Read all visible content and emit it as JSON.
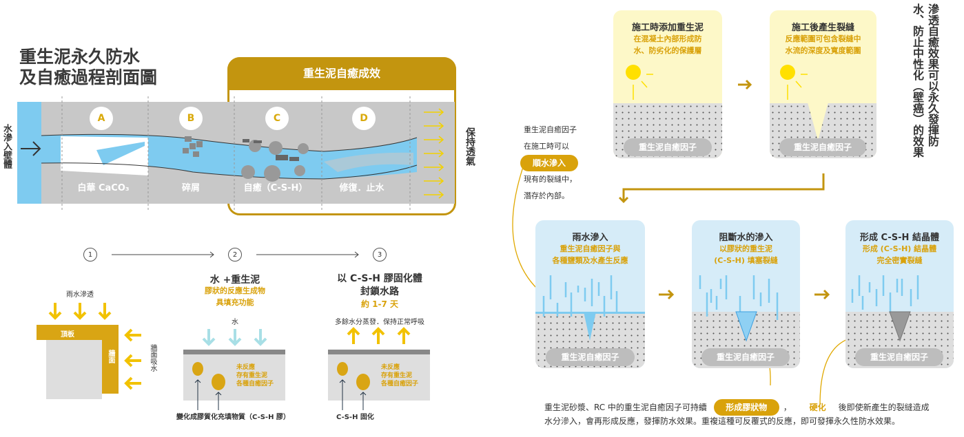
{
  "title": {
    "line1": "重生泥永久防水",
    "line2": "及自癒過程剖面圖"
  },
  "section": {
    "header": "重生泥自癒成效",
    "left_label": "水滲入壁體",
    "right_label": "保持透氣",
    "stages": [
      {
        "letter": "A",
        "label": "白華 CaCO₃"
      },
      {
        "letter": "B",
        "label": "碎屑"
      },
      {
        "letter": "C",
        "label": "自癒（C-S-H）"
      },
      {
        "letter": "D",
        "label": "修復．止水"
      }
    ]
  },
  "steps": {
    "numbers": [
      "1",
      "2",
      "3"
    ],
    "s1": {
      "rain": "雨水滲透",
      "roof": "頂板",
      "wall": "牆面",
      "wall_absorb": "牆面吸水"
    },
    "s2": {
      "title": "水 +重生泥",
      "sub1": "膠狀的反應生成物",
      "sub2": "具填充功能",
      "water": "水",
      "note1": "未反應",
      "note2": "存有重生泥",
      "note3": "各種自癒因子",
      "bottom": "變化成膠質化充填物質（C-S-H 膠）"
    },
    "s3": {
      "title1": "以 C-S-H 膠固化體",
      "title2": "封鎖水路",
      "days": "約 1-7 天",
      "evap": "多餘水分蒸發．保持正常呼吸",
      "note1": "未反應",
      "note2": "存有重生泥",
      "note3": "各種自癒因子",
      "bottom": "C-S-H 固化"
    }
  },
  "right": {
    "vertical_title": "滲透自癒效果可以永久發揮防水、防止中性化（壁癌）的效果",
    "side_text": {
      "l1": "重生泥自癒因子",
      "l2": "在施工時可以",
      "pill": "順水滲入",
      "l3": "現有的裂縫中，",
      "l4": "潛存於內部。"
    },
    "cards": [
      {
        "title": "施工時添加重生泥",
        "sub1": "在混凝土內部形成防",
        "sub2": "水、防劣化的保護層",
        "pill": "重生泥自癒因子"
      },
      {
        "title": "施工後產生裂縫",
        "sub1": "反應範圍可包含裂縫中",
        "sub2": "水流的深度及寬度範圍",
        "pill": "重生泥自癒因子"
      },
      {
        "title": "雨水滲入",
        "sub1": "重生泥自癒因子與",
        "sub2": "各種鹽類及水產生反應",
        "pill": "重生泥自癒因子"
      },
      {
        "title": "阻斷水的滲入",
        "sub1": "以膠狀的重生泥",
        "sub2": "(C-S-H) 填塞裂縫",
        "pill": "重生泥自癒因子"
      },
      {
        "title": "形成 C-S-H 結晶體",
        "sub1": "形成 (C-S-H) 結晶體",
        "sub2": "完全密實裂縫",
        "pill": "重生泥自癒因子"
      }
    ],
    "bottom": {
      "a": "重生泥砂漿、RC 中的重生泥自癒因子可持續",
      "pill": "形成膠狀物",
      "comma": "，",
      "hard": "硬化",
      "b": "後即使新產生的裂縫造成",
      "line2": "水分滲入，會再形成反應，發揮防水效果。重複這種可反覆式的反應，即可發揮永久性防水效果。"
    }
  },
  "colors": {
    "gold": "#c3950f",
    "yellow": "#d9a90b",
    "water": "#7ecbf0",
    "gray": "#c8c8c8"
  }
}
